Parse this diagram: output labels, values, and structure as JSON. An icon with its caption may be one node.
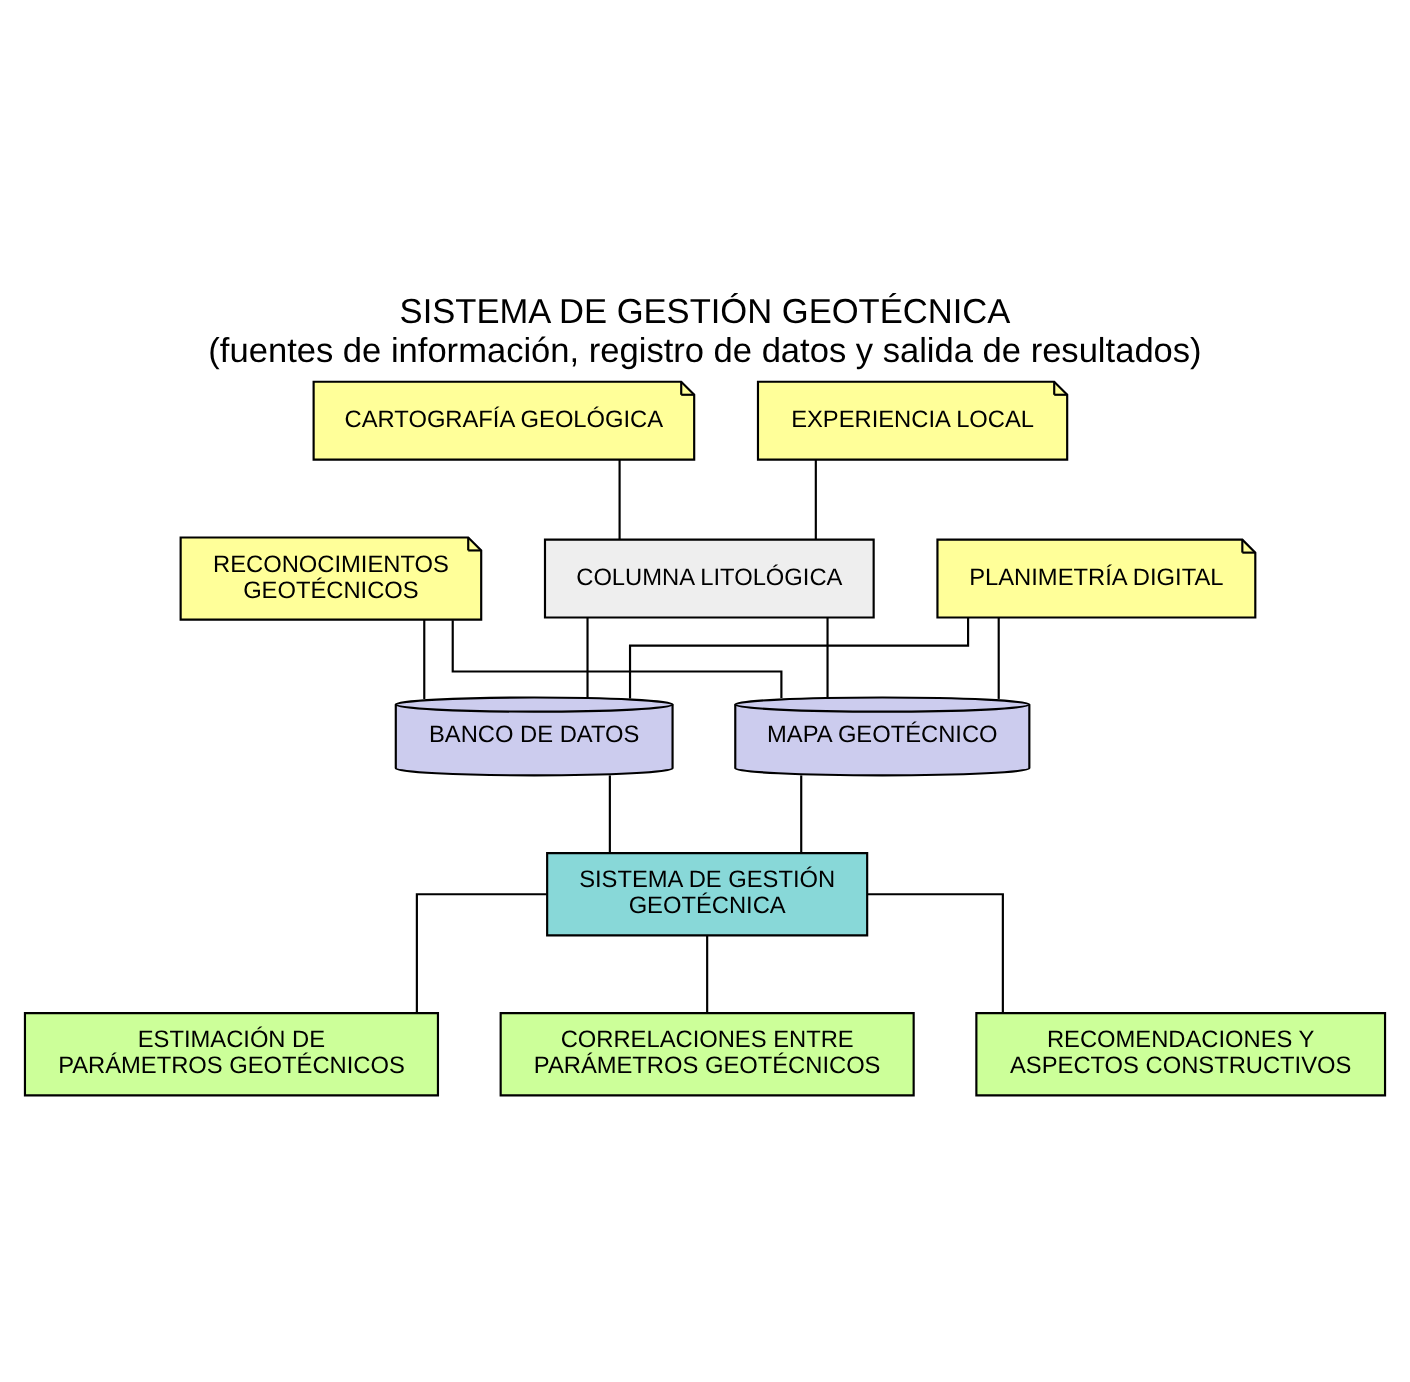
{
  "diagram": {
    "title": "SISTEMA DE GESTIÓN GEOTÉCNICA",
    "caption": "(fuentes de información, registro de datos y salida de resultados)",
    "nodes": [
      {
        "text": [
          "CARTOGRAFÍA GEOLÓGICA"
        ]
      },
      {
        "text": [
          "EXPERIENCIA LOCAL"
        ]
      },
      {
        "text": [
          "RECONOCIMIENTOS GEOTÉCNICOS"
        ]
      },
      {
        "text": [
          "COLUMNA LITOLÓGICA"
        ]
      },
      {
        "text": [
          "PLANIMETRÍA DIGITAL"
        ]
      },
      {
        "text": [
          "BANCO DE DATOS"
        ]
      },
      {
        "text": [
          "MAPA GEOTÉCNICO"
        ]
      },
      {
        "text": [
          "SISTEMA DE GESTIÓN GEOTÉCNICA"
        ]
      },
      {
        "text": [
          "ESTIMACIÓN DE PARÁMETROS GEOTÉCNICOS"
        ]
      },
      {
        "text": [
          "CORRELACIONES ENTRE PARÁMETROS GEOTÉCNICOS"
        ]
      },
      {
        "text": [
          "RECOMENDACIONES Y ASPECTOS CONSTRUCTIVOS"
        ]
      }
    ],
    "edges": [
      {
        "from": 0,
        "to": 3,
        "arrow": "none"
      },
      {
        "from": 1,
        "to": 3,
        "arrow": "none"
      },
      {
        "from": 2,
        "to": 5,
        "arrow": "none"
      },
      {
        "from": 2,
        "to": 6,
        "arrow": "none"
      },
      {
        "from": 3,
        "to": 5,
        "arrow": "none"
      },
      {
        "from": 3,
        "to": 6,
        "arrow": "none"
      },
      {
        "from": 4,
        "to": 5,
        "arrow": "none"
      },
      {
        "from": 4,
        "to": 6,
        "arrow": "none"
      },
      {
        "from": 5,
        "to": 7,
        "arrow": "none"
      },
      {
        "from": 6,
        "to": 7,
        "arrow": "none"
      },
      {
        "from": 7,
        "to": 8,
        "arrow": "none"
      },
      {
        "from": 7,
        "to": 9,
        "arrow": "none"
      },
      {
        "from": 7,
        "to": 10,
        "arrow": "none"
      }
    ]
  }
}
